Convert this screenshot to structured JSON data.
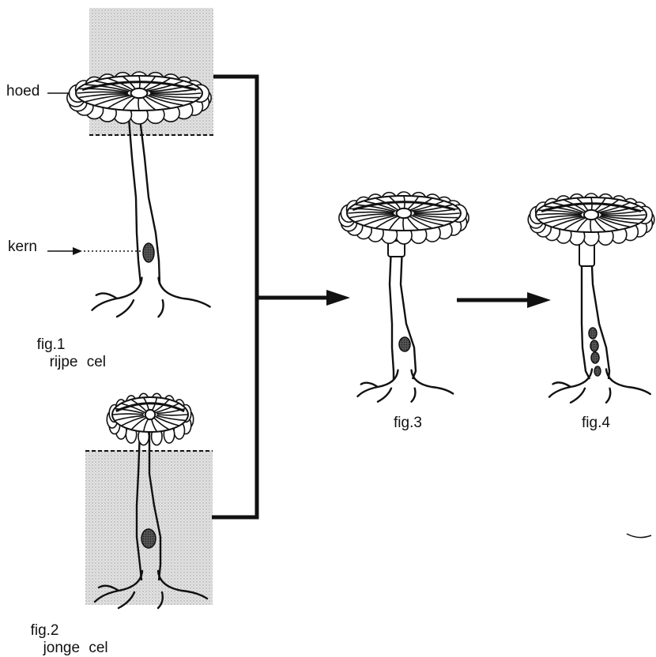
{
  "labels": {
    "hat": "hoed",
    "nucleus": "kern"
  },
  "figures": [
    {
      "id": "fig1",
      "number": "fig.1",
      "caption": "rijpe cel"
    },
    {
      "id": "fig2",
      "number": "fig.2",
      "caption": "jonge cel"
    },
    {
      "id": "fig3",
      "number": "fig.3",
      "caption": ""
    },
    {
      "id": "fig4",
      "number": "fig.4",
      "caption": ""
    }
  ],
  "colors": {
    "ink": "#111111",
    "shade": "#cfcfcf",
    "background": "#ffffff"
  }
}
